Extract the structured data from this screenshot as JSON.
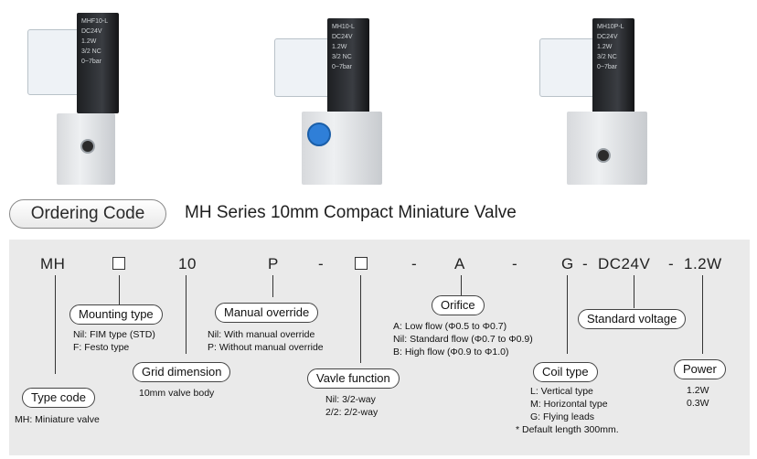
{
  "products": [
    {
      "label": [
        "MHF10-L",
        "DC24V 1.2W",
        "3/2 NC",
        "0~7bar"
      ]
    },
    {
      "label": [
        "MH10-L",
        "DC24V 1.2W",
        "3/2 NC",
        "0~7bar"
      ]
    },
    {
      "label": [
        "MH10P-L",
        "DC24V 1.2W",
        "3/2 NC",
        "0~7bar"
      ]
    }
  ],
  "header": {
    "ordering_code": "Ordering Code",
    "series_title": "MH Series 10mm Compact Miniature Valve"
  },
  "code": {
    "mh": "MH",
    "ten": "10",
    "p": "P",
    "dash1": "-",
    "dash2": "-",
    "a": "A",
    "dash3": "-",
    "g": "G",
    "dash4": "-",
    "dc24v": "DC24V",
    "dash5": "-",
    "power": "1.2W"
  },
  "fields": {
    "mounting_type": {
      "title": "Mounting type",
      "lines": [
        "Nil: FIM type (STD)",
        "F: Festo type"
      ]
    },
    "manual_override": {
      "title": "Manual override",
      "lines": [
        "Nil: With manual override",
        "P: Without manual override"
      ]
    },
    "orifice": {
      "title": "Orifice",
      "lines": [
        "A: Low flow (Φ0.5 to Φ0.7)",
        "Nil: Standard flow (Φ0.7 to Φ0.9)",
        "B: High flow (Φ0.9 to Φ1.0)"
      ]
    },
    "standard_voltage": {
      "title": "Standard voltage"
    },
    "grid_dimension": {
      "title": "Grid dimension",
      "lines": [
        "10mm valve body"
      ]
    },
    "valve_function": {
      "title": "Vavle function",
      "lines": [
        "Nil: 3/2-way",
        "2/2: 2/2-way"
      ]
    },
    "coil_type": {
      "title": "Coil type",
      "lines": [
        "L: Vertical type",
        "M: Horizontal type",
        "G: Flying leads",
        "* Default length 300mm."
      ]
    },
    "power": {
      "title": "Power",
      "lines": [
        "1.2W",
        "0.3W"
      ]
    },
    "type_code": {
      "title": "Type code",
      "lines": [
        "MH: Miniature valve"
      ]
    }
  }
}
